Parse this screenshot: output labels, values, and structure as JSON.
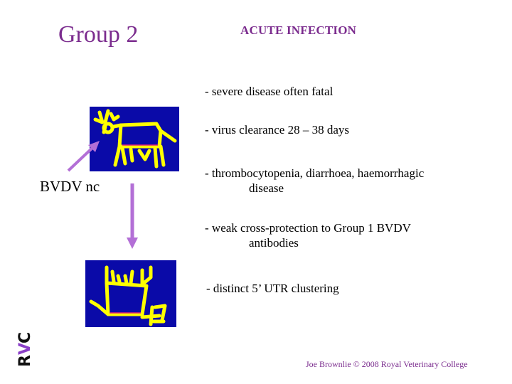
{
  "slide": {
    "title": "Group 2",
    "heading": "ACUTE INFECTION",
    "label": "BVDV nc",
    "bullets": [
      {
        "text": "- severe disease often fatal",
        "cont": ""
      },
      {
        "text": "- virus clearance 28 – 38 days",
        "cont": ""
      },
      {
        "text": "- thrombocytopenia, diarrhoea, haemorrhagic",
        "cont": "disease"
      },
      {
        "text": "- weak cross-protection to  Group 1  BVDV",
        "cont": "antibodies"
      },
      {
        "text": " - distinct 5’ UTR clustering",
        "cont": ""
      }
    ],
    "footer": "Joe Brownlie © 2008  Royal Veterinary College",
    "logo": {
      "letters": [
        "R",
        "V",
        "C"
      ],
      "colors": [
        "#111111",
        "#8b3fc8",
        "#111111"
      ]
    },
    "images": [
      {
        "name": "cow-drawing-upright",
        "bg": "#0a0aa8",
        "fg": "#ffff00"
      },
      {
        "name": "cow-drawing-inverted",
        "bg": "#0a0aa8",
        "fg": "#ffff00"
      }
    ],
    "colors": {
      "accent": "#7b2c8e",
      "arrow": "#b36fd6"
    }
  }
}
